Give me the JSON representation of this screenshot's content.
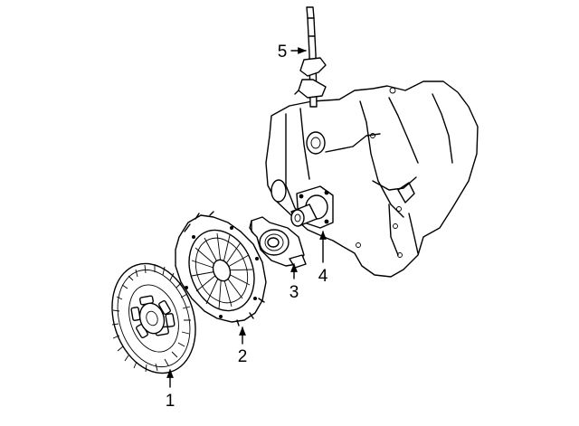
{
  "diagram": {
    "colors": {
      "line": "#000000",
      "background": "#ffffff"
    },
    "callouts": [
      {
        "id": "1",
        "text": "1"
      },
      {
        "id": "2",
        "text": "2"
      },
      {
        "id": "3",
        "text": "3"
      },
      {
        "id": "4",
        "text": "4"
      },
      {
        "id": "5",
        "text": "5"
      }
    ]
  }
}
